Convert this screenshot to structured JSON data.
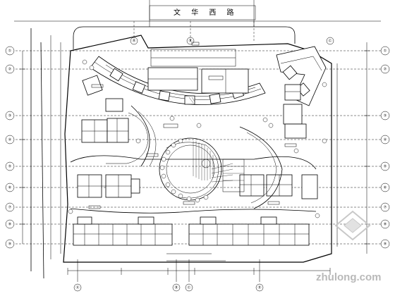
{
  "drawing": {
    "road_name": "文 华 西 路",
    "watermark": "zhulong.com",
    "grid_labels_left": [
      "①",
      "②",
      "③",
      "④",
      "⑤",
      "⑥",
      "⑦",
      "⑧",
      "⑨"
    ],
    "grid_labels_right": [
      "①",
      "②",
      "③",
      "④",
      "⑤",
      "⑥",
      "⑦",
      "⑧",
      "⑨"
    ],
    "grid_labels_top": [
      "Ⓐ",
      "Ⓑ",
      "Ⓒ"
    ],
    "grid_labels_bottom": [
      "Ⓐ",
      "Ⓑ",
      "Ⓒ",
      "Ⓓ"
    ]
  }
}
